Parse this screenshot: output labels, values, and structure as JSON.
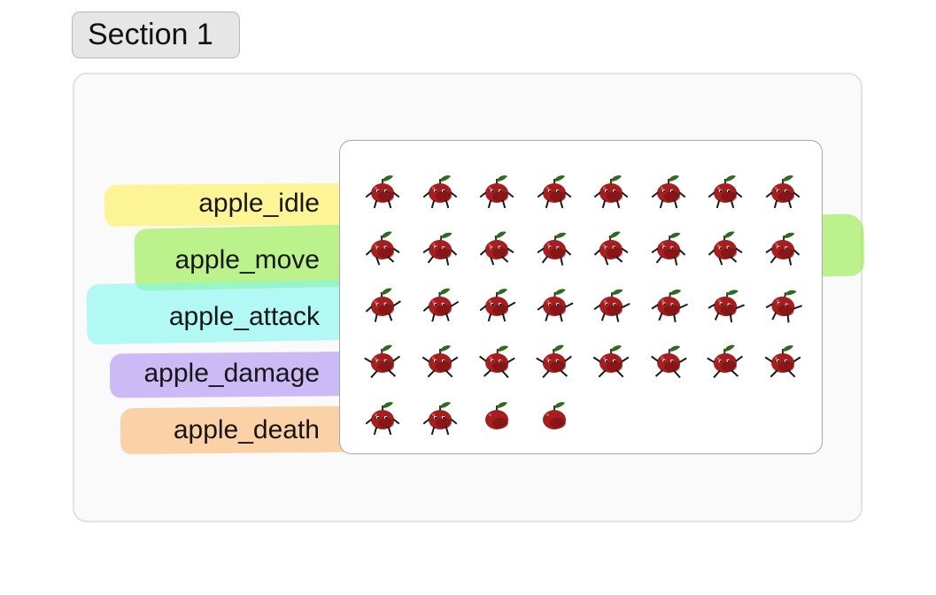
{
  "section": {
    "title": "Section 1"
  },
  "colors": {
    "apple_body": "#a81d1d",
    "apple_shade": "#6e1010",
    "leaf": "#2e6a1f",
    "stem": "#3b2a14"
  },
  "rows": [
    {
      "label": "apple_idle",
      "highlight_color": "#fff04d",
      "frames": 8,
      "pose": "idle"
    },
    {
      "label": "apple_move",
      "highlight_color": "#8fec3a",
      "frames": 8,
      "pose": "move"
    },
    {
      "label": "apple_attack",
      "highlight_color": "#7ef6f0",
      "frames": 8,
      "pose": "attack"
    },
    {
      "label": "apple_damage",
      "highlight_color": "#a88cf2",
      "frames": 8,
      "pose": "damage"
    },
    {
      "label": "apple_death",
      "highlight_color": "#fbb36d",
      "frames": 4,
      "pose": "death"
    }
  ]
}
